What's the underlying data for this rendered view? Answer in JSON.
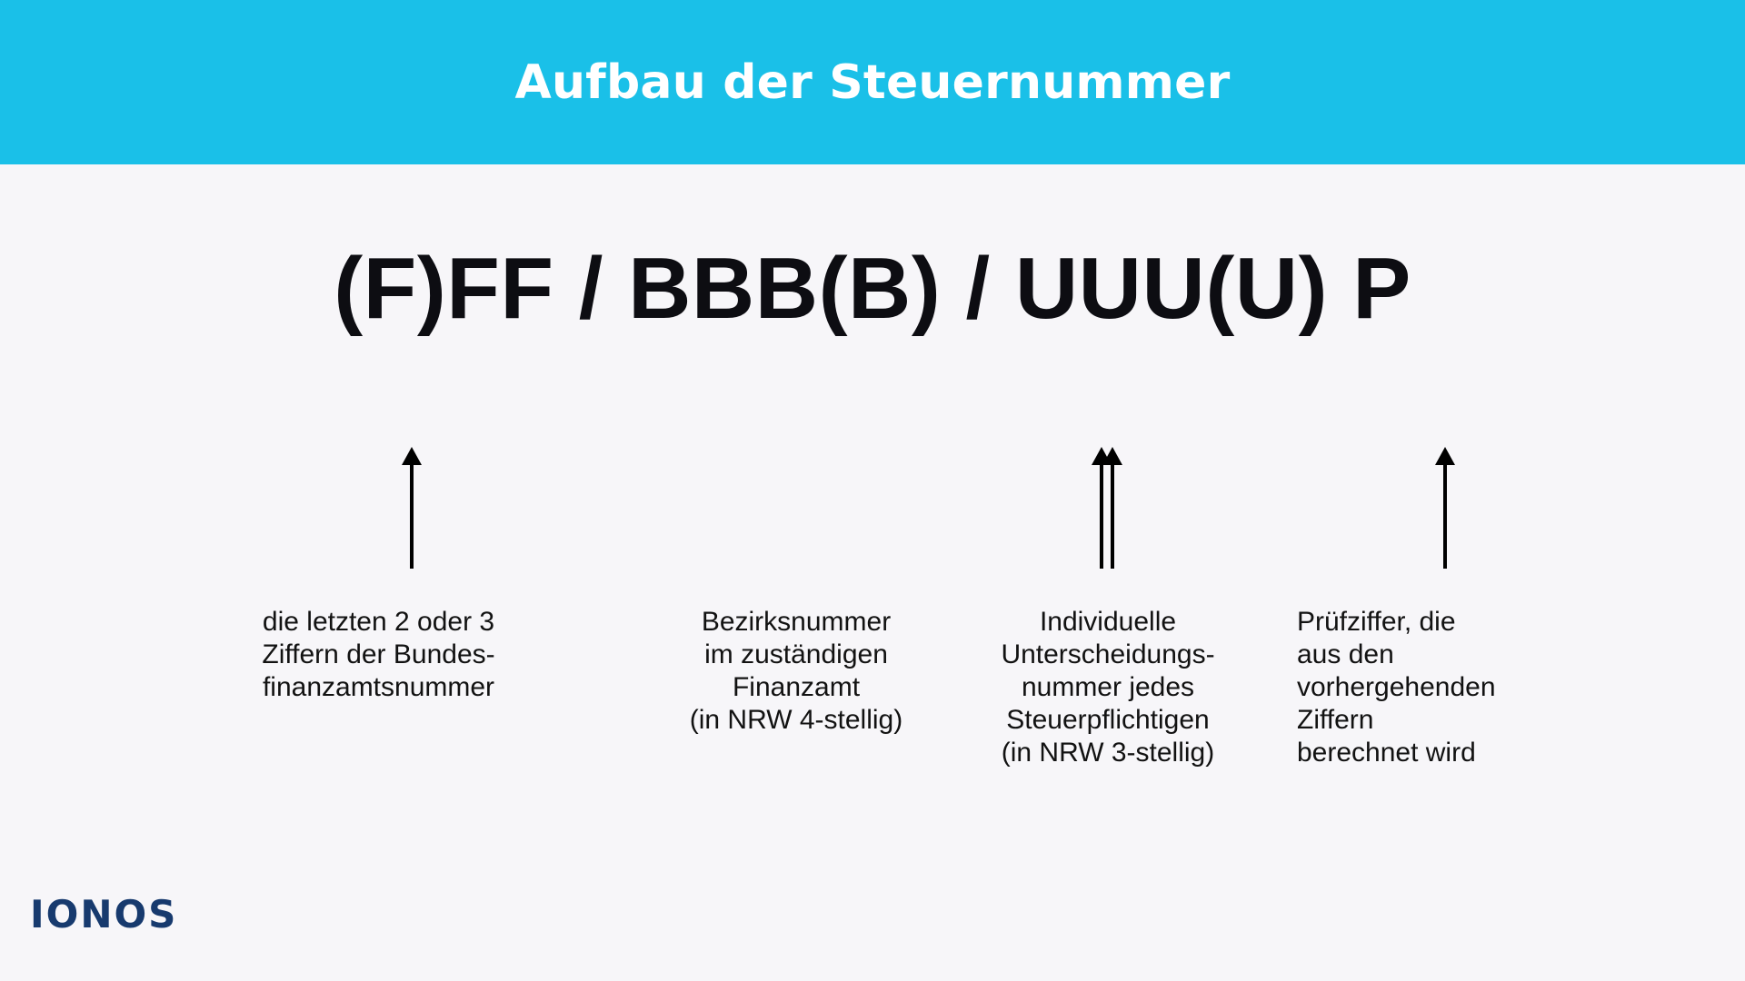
{
  "header": {
    "title": "Aufbau der Steuernummer",
    "background_color": "#1ac0e8",
    "title_color": "#ffffff"
  },
  "formula": {
    "text": "(F)FF / BBB(B) / UUU(U) P",
    "color": "#0d0d12"
  },
  "page": {
    "background_color": "#f7f6f9",
    "text_color": "#121212"
  },
  "segments": [
    {
      "id": "finanzamtsnummer",
      "symbol": "(F)FF",
      "caption": "die letzten 2 oder 3\nZiffern der Bundes-\nfinanzamtsnummer",
      "align": "center"
    },
    {
      "id": "bezirksnummer",
      "symbol": "BBB(B)",
      "caption": "Bezirksnummer\nim zuständigen\nFinanzamt\n(in NRW 4-stellig)",
      "align": "center"
    },
    {
      "id": "unterscheidungsnummer",
      "symbol": "UUU(U)",
      "caption": "Individuelle\nUnterscheidungs-\nnummer jedes\nSteuerpflichtigen\n(in NRW 3-stellig)",
      "align": "center"
    },
    {
      "id": "pruefziffer",
      "symbol": "P",
      "caption": "Prüfziffer, die\naus den\nvorhergehenden\nZiffern\nberechnet wird",
      "align": "left"
    }
  ],
  "logo": {
    "text": "IONOS",
    "color": "#173a6e"
  }
}
